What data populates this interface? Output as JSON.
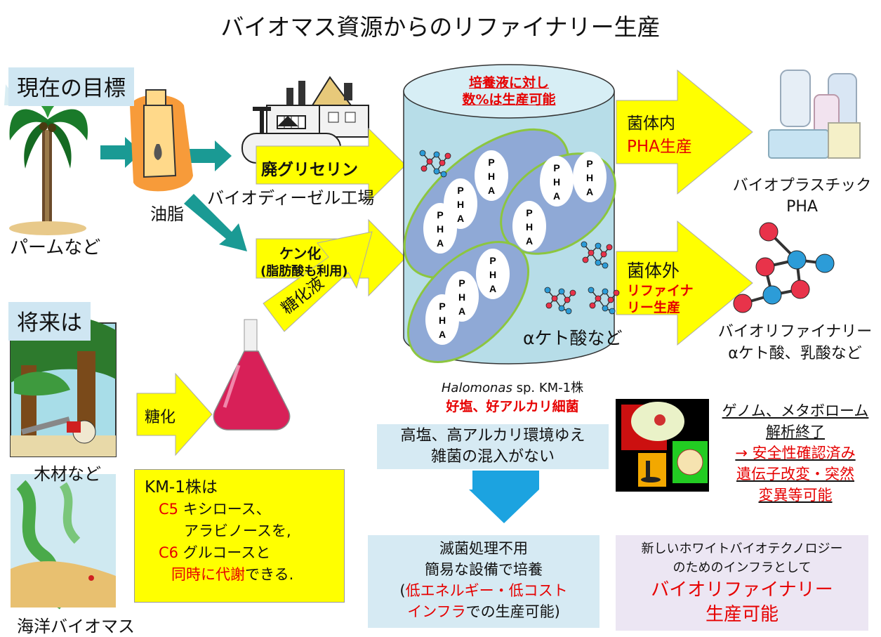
{
  "title": "バイオマス資源からのリファイナリー生産",
  "current_goal": {
    "header": "現在の目標",
    "palm_label": "パームなど",
    "oil_label": "油脂",
    "factory_label": "バイオディーゼル工場",
    "glycerin_arrow": "廃グリセリン",
    "saponify_arrow_line1": "ケン化",
    "saponify_arrow_line2": "(脂肪酸も利用)"
  },
  "future": {
    "header": "将来は",
    "wood_label": "木材など",
    "marine_label": "海洋バイオマス",
    "saccharify_arrow": "糖化",
    "sugar_solution_arrow": "糖化液"
  },
  "km1_box": {
    "line1": "KM-1株は",
    "c5": "C5",
    "line2": " キシロース、",
    "line3": "アラビノースを,",
    "c6": "C6",
    "line4": " グルコースと",
    "line5_red": "同時に代謝",
    "line5_rest": "できる."
  },
  "tank": {
    "top_line1": "培養液に対し",
    "top_line2": "数%は生産可能",
    "pha_letters": [
      "P",
      "H",
      "A"
    ],
    "acid_label": "αケト酸など"
  },
  "outputs": {
    "intracellular_line1": "菌体内",
    "intracellular_line2": "PHA生産",
    "extracellular_line1": "菌体外",
    "extracellular_line2": "リファイナ",
    "extracellular_line3": "リー生産",
    "bioplastic_line1": "バイオプラスチック",
    "bioplastic_line2": "PHA",
    "biorefinery_line1": "バイオリファイナリー",
    "biorefinery_line2": "αケト酸、乳酸など"
  },
  "strain": {
    "name_italic": "Halomonas",
    "name_rest": " sp. KM-1株",
    "property": "好塩、好アルカリ細菌"
  },
  "environment_box": {
    "line1": "高塩、高アルカリ環境ゆえ",
    "line2": "雑菌の混入がない"
  },
  "sterilization_box": {
    "line1": "滅菌処理不用",
    "line2": "簡易な設備で培養",
    "line3_open": "(",
    "line3_red": "低エネルギー・低コスト",
    "line4_red": "インフラ",
    "line4_rest": "での生産可能)"
  },
  "genome": {
    "line1": "ゲノム、メタボローム",
    "line2": "解析終了",
    "line3": "→ 安全性確認済み",
    "line4": "遺伝子改変・突然",
    "line5": "変異等可能"
  },
  "white_bio_box": {
    "line1": "新しいホワイトバイオテクノロジー",
    "line2": "のためのインフラとして",
    "line3": "バイオリファイナリー",
    "line4": "生産可能"
  },
  "colors": {
    "arrow_yellow": "#ffff00",
    "arrow_teal": "#1a9a94",
    "tank_blue": "#b7dde8",
    "cell_blue": "#8fa9d6",
    "cell_border": "#8cc63f",
    "down_arrow": "#1ca3e0",
    "highlight_red": "#e60000"
  }
}
